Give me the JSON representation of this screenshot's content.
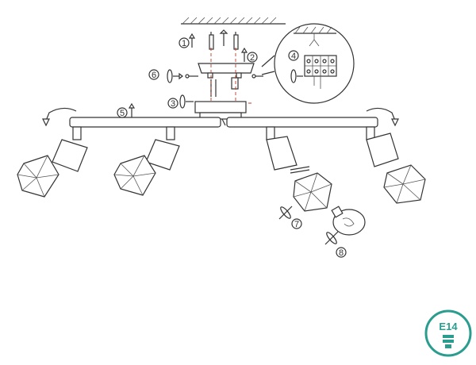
{
  "steps": [
    "1",
    "2",
    "3",
    "4",
    "5",
    "6",
    "7",
    "8"
  ],
  "badge": {
    "label": "E14",
    "color": "#2a9d8f"
  }
}
